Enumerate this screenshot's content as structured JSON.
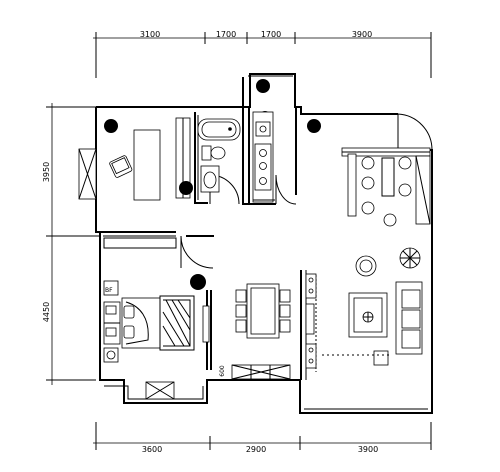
{
  "dimensions": {
    "top": [
      "3100",
      "1700",
      "1700",
      "3900"
    ],
    "bottom": [
      "3600",
      "2900",
      "3900"
    ],
    "left": [
      "3950",
      "4450"
    ],
    "inner": "600"
  },
  "labels": {
    "bed_tag": "BF"
  }
}
